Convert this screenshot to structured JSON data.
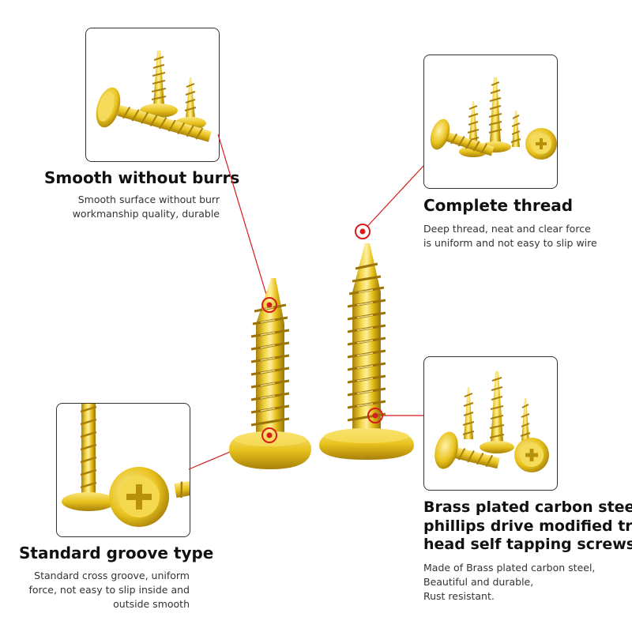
{
  "features": {
    "smooth": {
      "title": "Smooth without burrs",
      "lines": [
        "Smooth surface without burr",
        "workmanship quality, durable"
      ]
    },
    "thread": {
      "title": "Complete thread",
      "lines": [
        "Deep thread, neat and clear force",
        "is uniform and not easy to slip wire"
      ]
    },
    "groove": {
      "title": "Standard groove type",
      "lines": [
        "Standard cross groove, uniform",
        "force, not easy to slip inside and",
        "outside smooth"
      ]
    },
    "product": {
      "title_lines": [
        "Brass plated carbon steel",
        "phillips drive modified truss",
        "head self tapping screws"
      ],
      "lines": [
        "Made of Brass plated carbon steel,",
        "Beautiful and durable,",
        "Rust resistant."
      ]
    }
  },
  "colors": {
    "brass": "#e8c21c",
    "brass_dark": "#b8900a",
    "brass_light": "#fbe680",
    "callout_red": "#d81c1c",
    "panel_border": "#333333"
  },
  "icons": {
    "callout_marker": "red-ring-dot"
  }
}
